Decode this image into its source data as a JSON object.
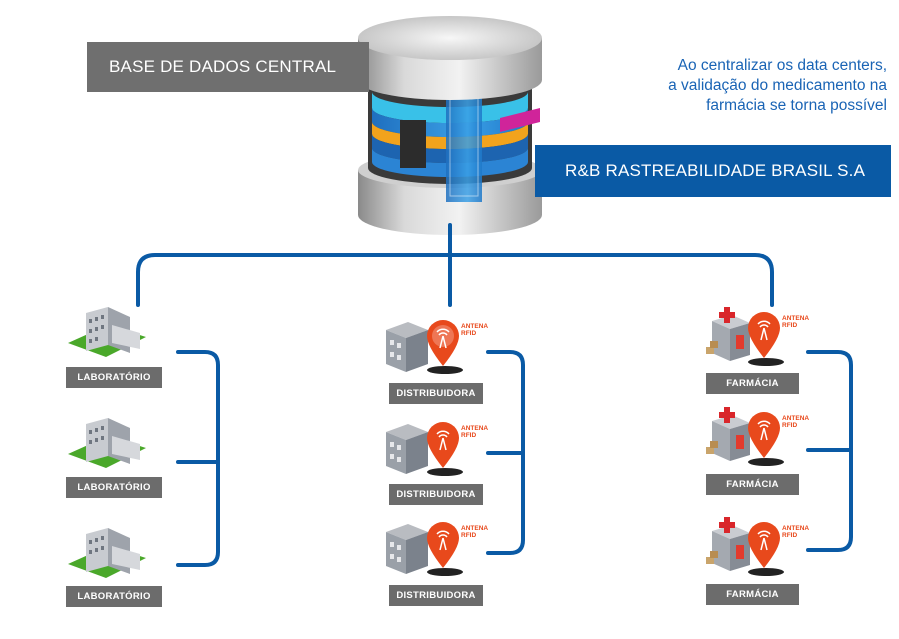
{
  "header": {
    "central_db_label": "BASE DE DADOS CENTRAL",
    "company_label": "R&B RASTREABILIDADE BRASIL S.A",
    "caption_lines": [
      "Ao centralizar os data centers,",
      "a validação do medicamento na",
      "farmácia se torna possível"
    ]
  },
  "nodes": {
    "laboratorio": [
      "LABORATÓRIO",
      "LABORATÓRIO",
      "LABORATÓRIO"
    ],
    "distribuidora": [
      "DISTRIBUIDORA",
      "DISTRIBUIDORA",
      "DISTRIBUIDORA"
    ],
    "farmacia": [
      "FARMÁCIA",
      "FARMÁCIA",
      "FARMÁCIA"
    ]
  },
  "antenna_label": [
    "ANTENA",
    "RFID"
  ],
  "colors": {
    "connector": "#0a5aa5",
    "banner_gray": "#6f6f6f",
    "banner_blue": "#0a5aa5",
    "caption_text": "#1a64b5",
    "antenna_orange": "#e8491c",
    "label_bg": "#6c6c6c"
  }
}
